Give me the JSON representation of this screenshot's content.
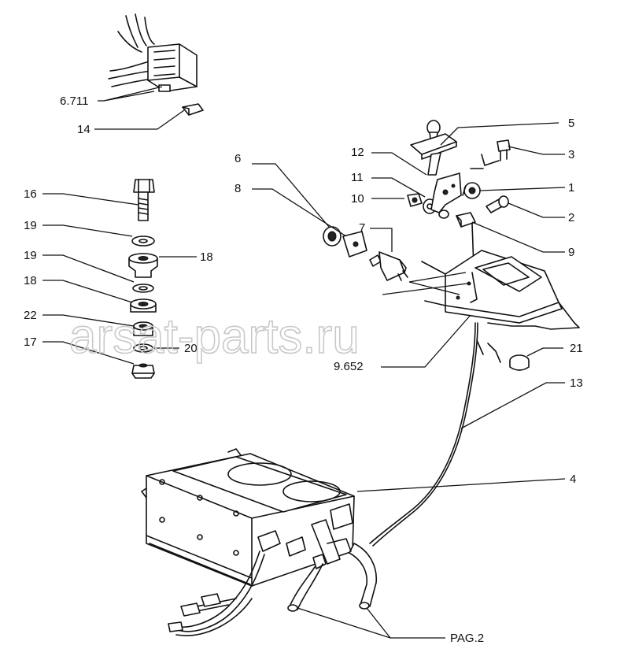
{
  "watermark": "arsat-parts.ru",
  "callouts": {
    "c6711": "6.711",
    "c14": "14",
    "c16": "16",
    "c19a": "19",
    "c19b": "19",
    "c18a": "18",
    "c18b": "18",
    "c22": "22",
    "c17": "17",
    "c20": "20",
    "c6": "6",
    "c8": "8",
    "c7": "7",
    "c12": "12",
    "c11": "11",
    "c10": "10",
    "c5": "5",
    "c3": "3",
    "c1": "1",
    "c2": "2",
    "c9": "9",
    "c9652": "9.652",
    "c21": "21",
    "c13": "13",
    "c4": "4",
    "cpag": "PAG.2"
  }
}
